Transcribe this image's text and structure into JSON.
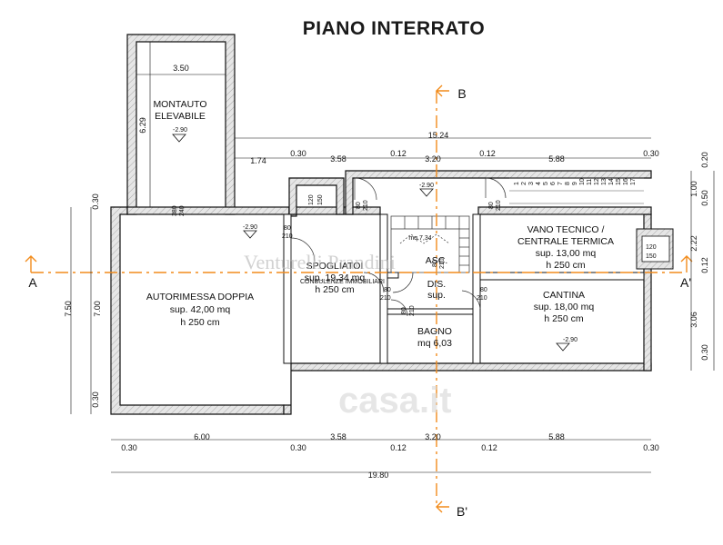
{
  "title": "PIANO INTERRATO",
  "rooms": {
    "montauto": {
      "line1": "MONTAUTO",
      "line2": "ELEVABILE",
      "level": "-2.90"
    },
    "autorimessa": {
      "name": "AUTORIMESSA DOPPIA",
      "area": "sup. 42,00 mq",
      "height": "h 250 cm"
    },
    "spogliatoi": {
      "name": "SPOGLIATOI",
      "area": "sup. 19,34 mq",
      "height": "h 250 cm"
    },
    "vano": {
      "line1": "VANO TECNICO /",
      "line2": "CENTRALE TERMICA",
      "area": "sup. 13,00 mq",
      "height": "h 250 cm"
    },
    "cantina": {
      "name": "CANTINA",
      "area": "sup. 18,00 mq",
      "height": "h 250 cm",
      "level": "-2.90"
    },
    "bagno": {
      "name": "BAGNO",
      "area": "mq 6,03"
    },
    "asc": "ASC.",
    "dis": "DIS.",
    "sup": "sup.",
    "mq734": "mq 7,34"
  },
  "levels": {
    "garage": "-2.90",
    "stairs": "-2.90"
  },
  "section_marks": {
    "a_left": "A",
    "a_right": "A'",
    "b_top": "B",
    "b_bottom": "B'"
  },
  "dims_top": {
    "d350": "3.50",
    "d629": "6.29",
    "d1524": "15.24",
    "d174": "1.74",
    "d030a": "0.30",
    "d358": "3.58",
    "d012a": "0.12",
    "d320": "3.20",
    "d012b": "0.12",
    "d588": "5.88",
    "d030b": "0.30"
  },
  "dims_bottom": {
    "d600": "6.00",
    "d358": "3.58",
    "d320": "3.20",
    "d588": "5.88",
    "d030a": "0.30",
    "d030b": "0.30",
    "d012a": "0.12",
    "d012b": "0.12",
    "d030c": "0.30",
    "d1980": "19.80"
  },
  "dims_left": {
    "d030a": "0.30",
    "d750": "7.50",
    "d700": "7.00",
    "d030b": "0.30"
  },
  "dims_right": {
    "d020": "0.20",
    "d100": "1.00",
    "d050": "0.50",
    "d222": "2.22",
    "d012": "0.12",
    "d306": "3.06",
    "d030": "0.30"
  },
  "doors": {
    "d80_210_a": [
      "80",
      "210"
    ],
    "d80_210_b": [
      "80",
      "210"
    ],
    "d80_210_c": [
      "80",
      "210"
    ],
    "d80_210_d": [
      "80",
      "210"
    ],
    "d80_210_e": [
      "80",
      "210"
    ],
    "d80_210_f": [
      "80",
      "210"
    ],
    "d80_210_g": [
      "80",
      "210"
    ]
  },
  "windows": {
    "w120_150_a": [
      "120",
      "150"
    ],
    "w120_150_b": [
      "120",
      "150"
    ],
    "w380_240": [
      "380",
      "240"
    ]
  },
  "stairs": [
    "1",
    "2",
    "3",
    "4",
    "5",
    "6",
    "7",
    "8",
    "9",
    "10",
    "11",
    "12",
    "13",
    "14",
    "15",
    "16",
    "17"
  ],
  "watermark": {
    "line1": "Venturelli Prandini",
    "line2": "CONSULENZE IMMOBILIARI",
    "brand": "casa.it"
  },
  "colors": {
    "wall": "#d9d9d9",
    "line": "#111111",
    "section": "#f28c1c",
    "arrow": "#f28c1c"
  }
}
